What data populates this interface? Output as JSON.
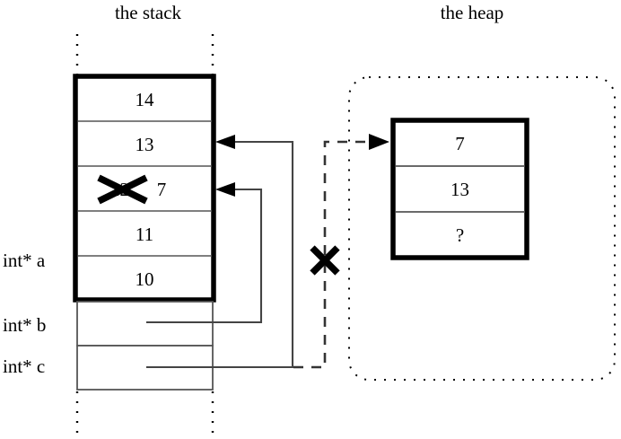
{
  "diagram": {
    "title_stack": "the stack",
    "title_heap": "the heap",
    "stack": {
      "frame_cells": [
        {
          "value": "14"
        },
        {
          "value": "13"
        },
        {
          "value": "7",
          "struck_value": "12",
          "struck": true
        },
        {
          "value": "11"
        },
        {
          "value": "10"
        }
      ],
      "variables": [
        {
          "label": "int* a"
        },
        {
          "label": "int* b"
        },
        {
          "label": "int* c"
        }
      ]
    },
    "heap": {
      "cells": [
        {
          "value": "7"
        },
        {
          "value": "13"
        },
        {
          "value": "?"
        }
      ]
    },
    "marks": {
      "cross_glyph": "X",
      "dangling_pointer_crossed": true
    },
    "colors": {
      "ink": "#000000",
      "background": "#ffffff",
      "thin_line": "#555555"
    }
  }
}
